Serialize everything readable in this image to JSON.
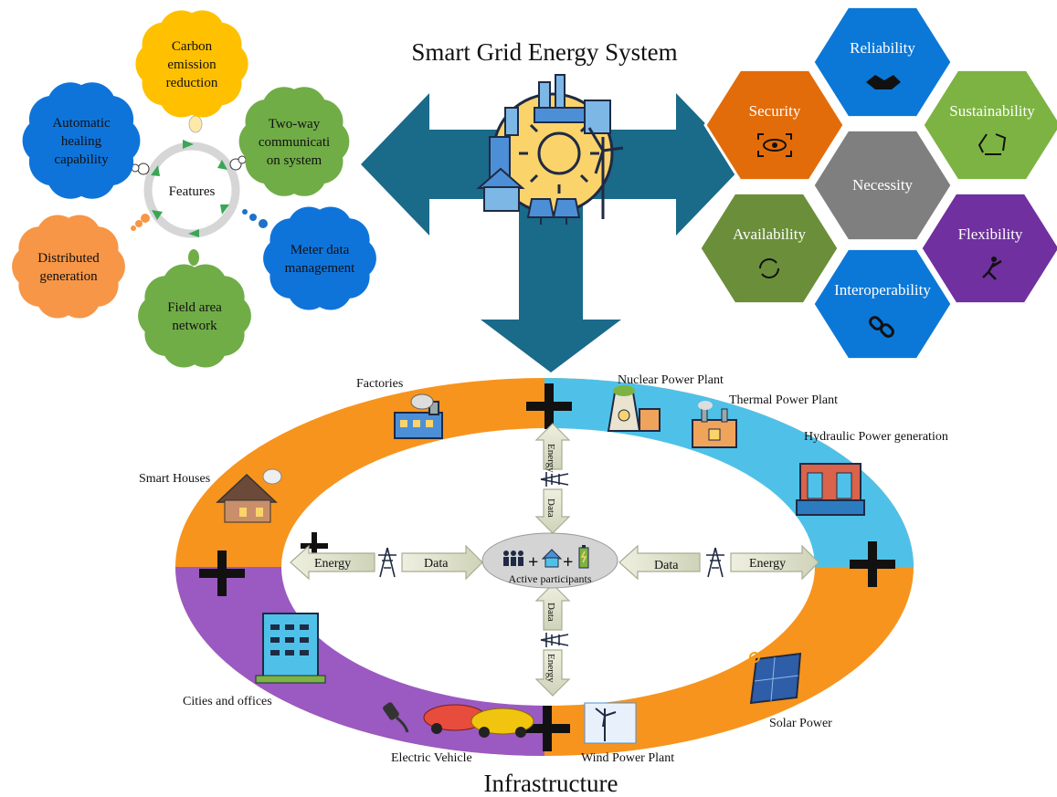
{
  "title": "Smart Grid Energy System",
  "bottom_title": "Infrastructure",
  "features": {
    "center_label": "Features",
    "bubbles": [
      {
        "lines": [
          "Carbon",
          "emission",
          "reduction"
        ],
        "color": "#ffc000"
      },
      {
        "lines": [
          "Two-way",
          "communicati",
          "on system"
        ],
        "color": "#70ad47"
      },
      {
        "lines": [
          "Meter data",
          "management"
        ],
        "color": "#0f74da"
      },
      {
        "lines": [
          "Field area",
          "network"
        ],
        "color": "#70ad47"
      },
      {
        "lines": [
          "Distributed",
          "generation"
        ],
        "color": "#f79646"
      },
      {
        "lines": [
          "Automatic",
          "healing",
          "capability"
        ],
        "color": "#0f74da"
      }
    ]
  },
  "necessity": {
    "center": {
      "label": "Necessity",
      "color": "#7f7f7f"
    },
    "hexes": [
      {
        "label": "Reliability",
        "color": "#0b78d8",
        "icon": "handshake-icon"
      },
      {
        "label": "Security",
        "color": "#e36c0a",
        "icon": "eye-scan-icon"
      },
      {
        "label": "Sustainability",
        "color": "#7cb342",
        "icon": "recycle-icon"
      },
      {
        "label": "Availability",
        "color": "#6b8e3a",
        "icon": "refresh-icon"
      },
      {
        "label": "Flexibility",
        "color": "#7030a0",
        "icon": "gymnast-icon"
      },
      {
        "label": "Interoperability",
        "color": "#0b78d8",
        "icon": "chain-link-icon"
      }
    ]
  },
  "infrastructure": {
    "center_label": "Active participants",
    "segment_colors": {
      "orange": "#f7941d",
      "blue": "#4fc1e9",
      "purple": "#9b59c2"
    },
    "labels": {
      "factories": "Factories",
      "nuclear": "Nuclear Power Plant",
      "thermal": "Thermal Power Plant",
      "hydraulic": "Hydraulic Power generation",
      "smart_houses": "Smart Houses",
      "cities": "Cities and offices",
      "ev": "Electric Vehicle",
      "wind": "Wind Power Plant",
      "solar": "Solar Power"
    },
    "flows": {
      "left": {
        "energy": "Energy",
        "data": "Data"
      },
      "right": {
        "data": "Data",
        "energy": "Energy"
      },
      "top": {
        "energy": "Energy",
        "data": "Data"
      },
      "bottom": {
        "data": "Data",
        "energy": "Energy"
      }
    }
  }
}
